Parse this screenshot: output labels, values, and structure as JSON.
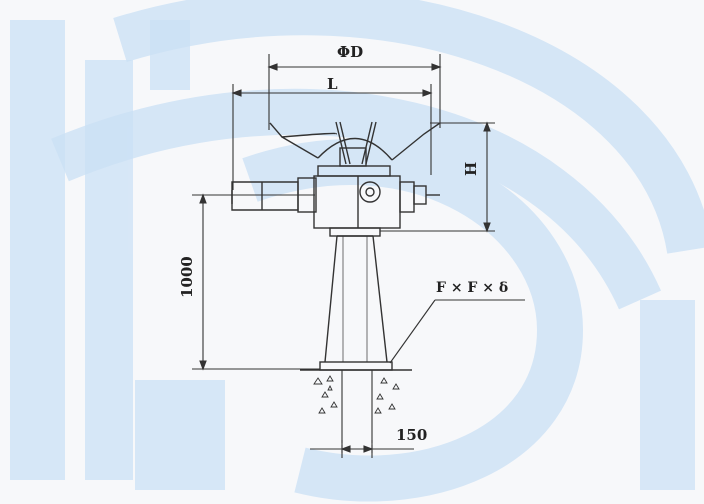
{
  "labels": {
    "diameter": "ΦD",
    "length": "L",
    "height": "H",
    "stand_height": "1000",
    "plate_spec": "F × F ×  δ",
    "anchor_width": "150"
  },
  "colors": {
    "line": "#3a3a3a",
    "watermark": "#a9cdef",
    "paper": "#f4f6f9"
  }
}
